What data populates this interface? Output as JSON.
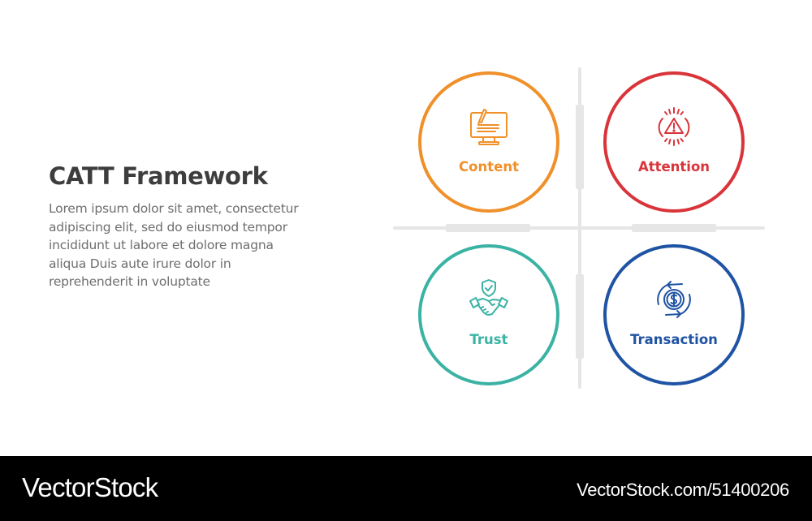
{
  "header": {
    "title": "CATT Framework",
    "description_lines": [
      "Lorem ipsum dolor sit amet, consectetur",
      "adipiscing elit, sed do eiusmod tempor",
      "incididunt ut labore et dolore magna",
      "aliqua Duis aute irure dolor in",
      "reprehenderit in voluptate"
    ]
  },
  "quadrants": [
    {
      "label": "Content",
      "icon": "monitor-pencil-icon",
      "color": "#F0902A"
    },
    {
      "label": "Attention",
      "icon": "warning-alert-icon",
      "color": "#D9343A"
    },
    {
      "label": "Trust",
      "icon": "handshake-shield-icon",
      "color": "#3BB3A4"
    },
    {
      "label": "Transaction",
      "icon": "dollar-exchange-icon",
      "color": "#1F53A3"
    }
  ],
  "divider_color": "#E6E6E6",
  "footer": {
    "brand": "VectorStock",
    "reference": "VectorStock.com/51400206"
  }
}
